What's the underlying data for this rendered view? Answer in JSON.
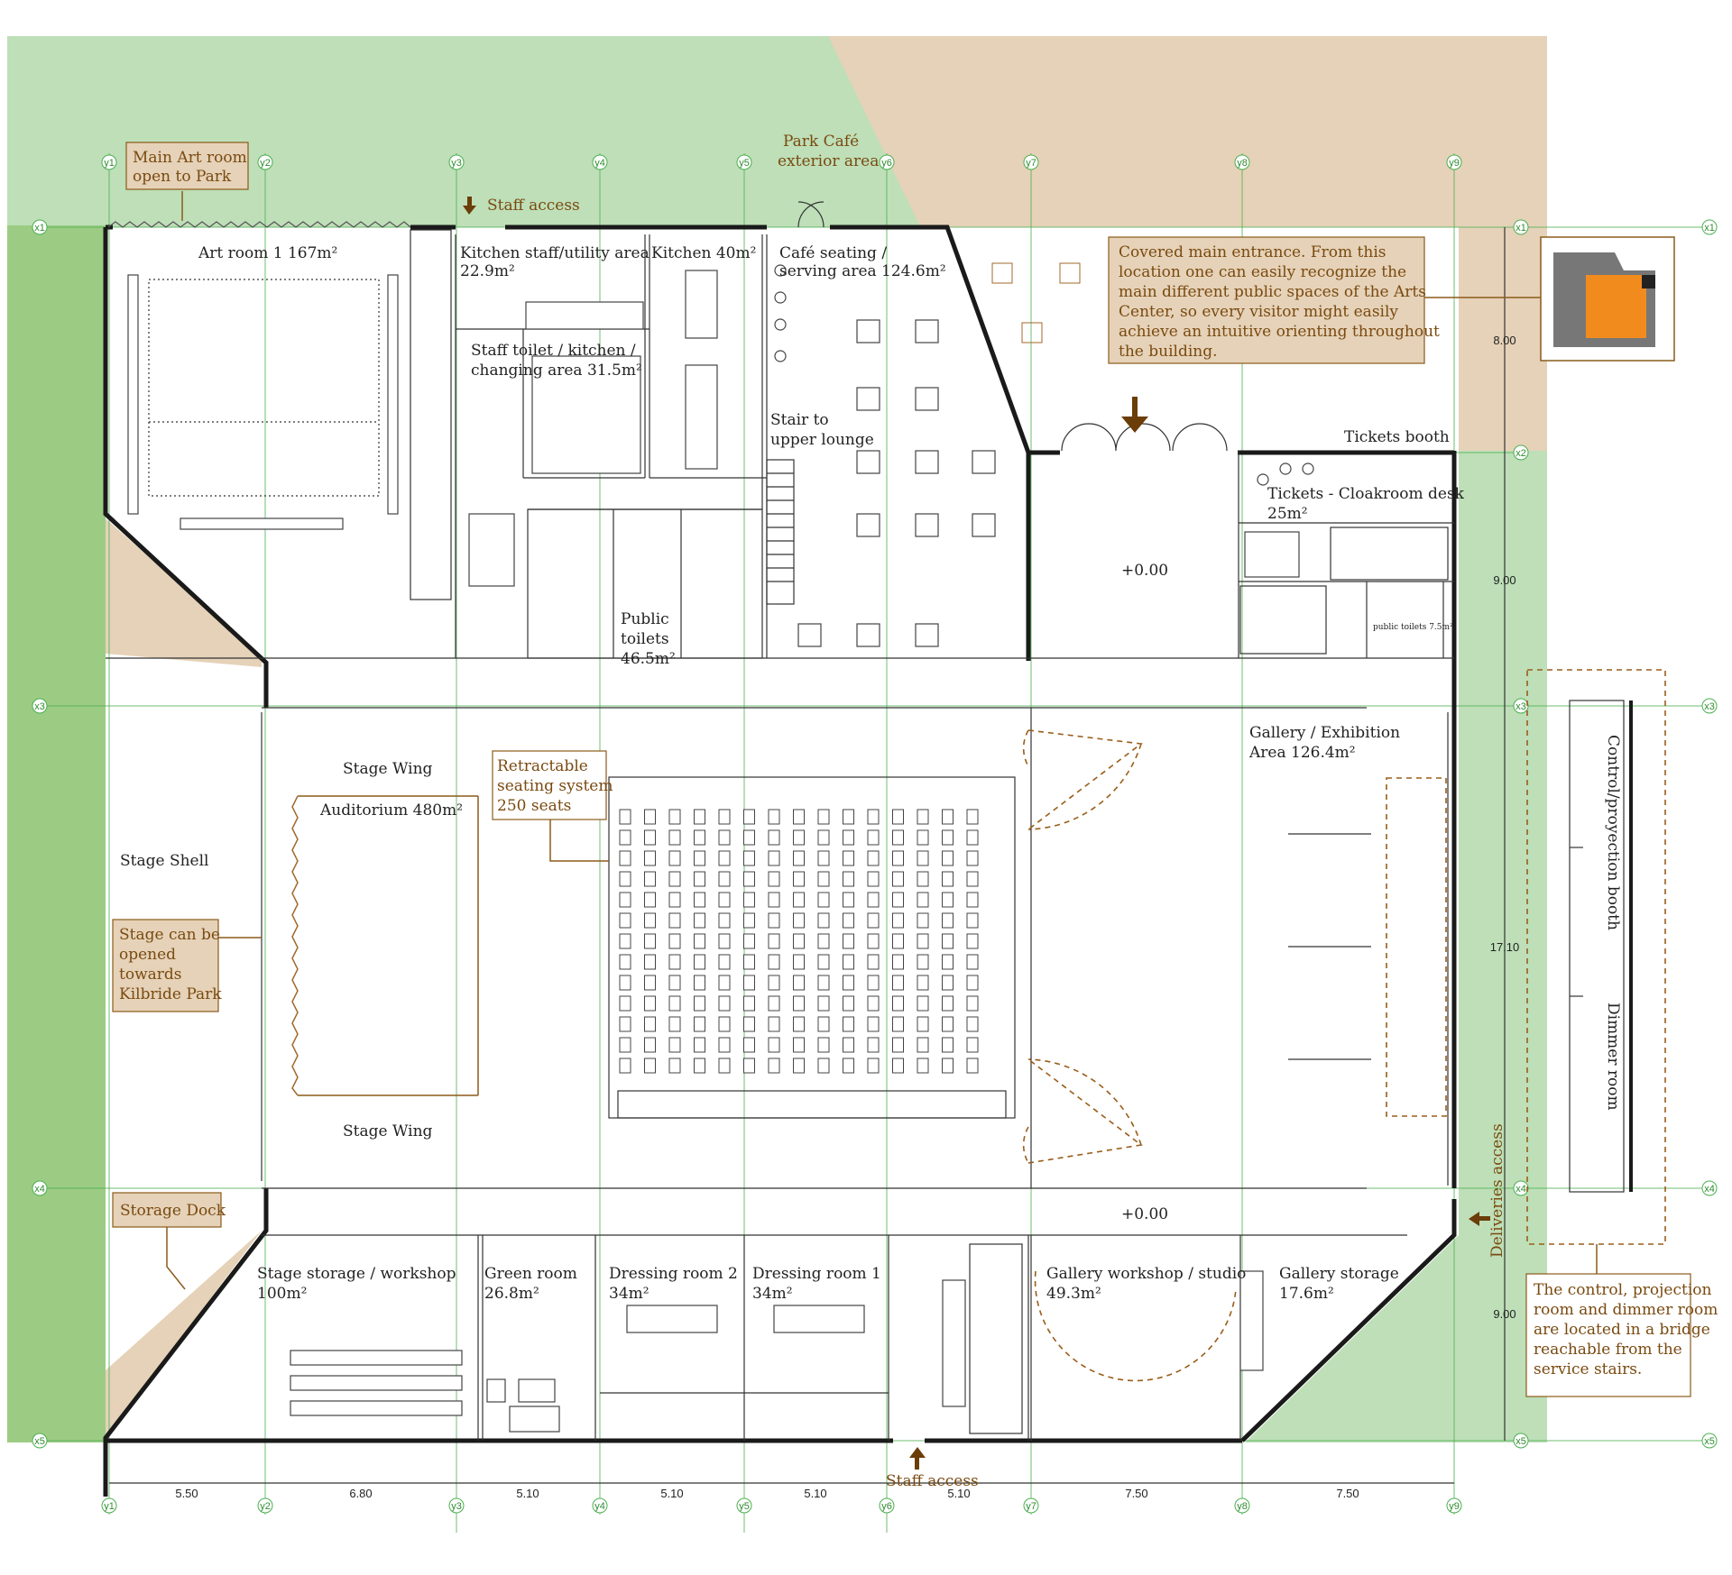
{
  "colors": {
    "park_green": "#bedfb8",
    "lawn_green": "#9ccc84",
    "paving_tan": "#e5d2b8",
    "annotation_brown": "#7a4a10",
    "grid_green": "#4caf50",
    "wall": "#1a1a1a",
    "orange_key": "#f28b1e"
  },
  "grid": {
    "columns": [
      "y1",
      "y2",
      "y3",
      "y4",
      "y5",
      "y6",
      "y7",
      "y8",
      "y9"
    ],
    "rows": [
      "x1",
      "x2",
      "x3",
      "x4",
      "x5"
    ]
  },
  "dimensions": {
    "horizontal": [
      "5.50",
      "6.80",
      "5.10",
      "5.10",
      "5.10",
      "5.10",
      "7.50",
      "7.50"
    ],
    "vertical": [
      "8.00",
      "9.00",
      "17.10",
      "9.00"
    ]
  },
  "rooms": {
    "art_room": "Art room 1  167m²",
    "kitchen_staff_1": "Kitchen staff/utility area",
    "kitchen_staff_2": "22.9m²",
    "kitchen": "Kitchen  40m²",
    "cafe_1": "Café seating /",
    "cafe_2": "serving area  124.6m²",
    "staff_toilet_1": "Staff toilet / kitchen /",
    "staff_toilet_2": "changing area 31.5m²",
    "stair_1": "Stair to",
    "stair_2": "upper lounge",
    "public_toilets_1": "Public",
    "public_toilets_2": "toilets",
    "public_toilets_3": "46.5m²",
    "foyer_level": "+0.00",
    "tickets_booth": "Tickets booth",
    "tickets_desk_1": "Tickets - Cloakroom desk",
    "tickets_desk_2": "25m²",
    "small_toilets": "public toilets  7.5m²",
    "stage_wing_top": "Stage Wing",
    "stage_wing_bottom": "Stage Wing",
    "auditorium": "Auditorium 480m²",
    "stage_shell": "Stage Shell",
    "gallery_1": "Gallery / Exhibition",
    "gallery_2": "Area 126.4m²",
    "corridor_level": "+0.00",
    "stage_storage_1": "Stage storage / workshop",
    "stage_storage_2": "100m²",
    "green_room_1": "Green room",
    "green_room_2": "26.8m²",
    "dressing2_1": "Dressing room 2",
    "dressing2_2": "34m²",
    "dressing1_1": "Dressing room 1",
    "dressing1_2": "34m²",
    "gallery_workshop_1": "Gallery workshop / studio",
    "gallery_workshop_2": "49.3m²",
    "gallery_storage_1": "Gallery storage",
    "gallery_storage_2": "17.6m²",
    "control_booth": "Control/proyection booth",
    "dimmer_room": "Dimmer room"
  },
  "annotations": {
    "main_art_1": "Main Art room",
    "main_art_2": "open to Park",
    "staff_access_top": "Staff access",
    "park_cafe_1": "Park Café",
    "park_cafe_2": "exterior area",
    "entrance_1": "Covered main entrance. From this",
    "entrance_2": "location one can easily recognize the",
    "entrance_3": "main different public spaces of the Arts",
    "entrance_4": "Center, so every visitor might easily",
    "entrance_5": "achieve an intuitive orienting throughout",
    "entrance_6": "the building.",
    "seating_1": "Retractable",
    "seating_2": "seating system",
    "seating_3": "250 seats",
    "stage_open_1": "Stage can be",
    "stage_open_2": "opened",
    "stage_open_3": "towards",
    "stage_open_4": "Kilbride Park",
    "storage_dock": "Storage Dock",
    "deliveries": "Deliveries access",
    "staff_access_bottom": "Staff access",
    "control_1": "The control, projection",
    "control_2": "room and dimmer room",
    "control_3": "are located in a bridge",
    "control_4": "reachable from the",
    "control_5": "service stairs."
  }
}
